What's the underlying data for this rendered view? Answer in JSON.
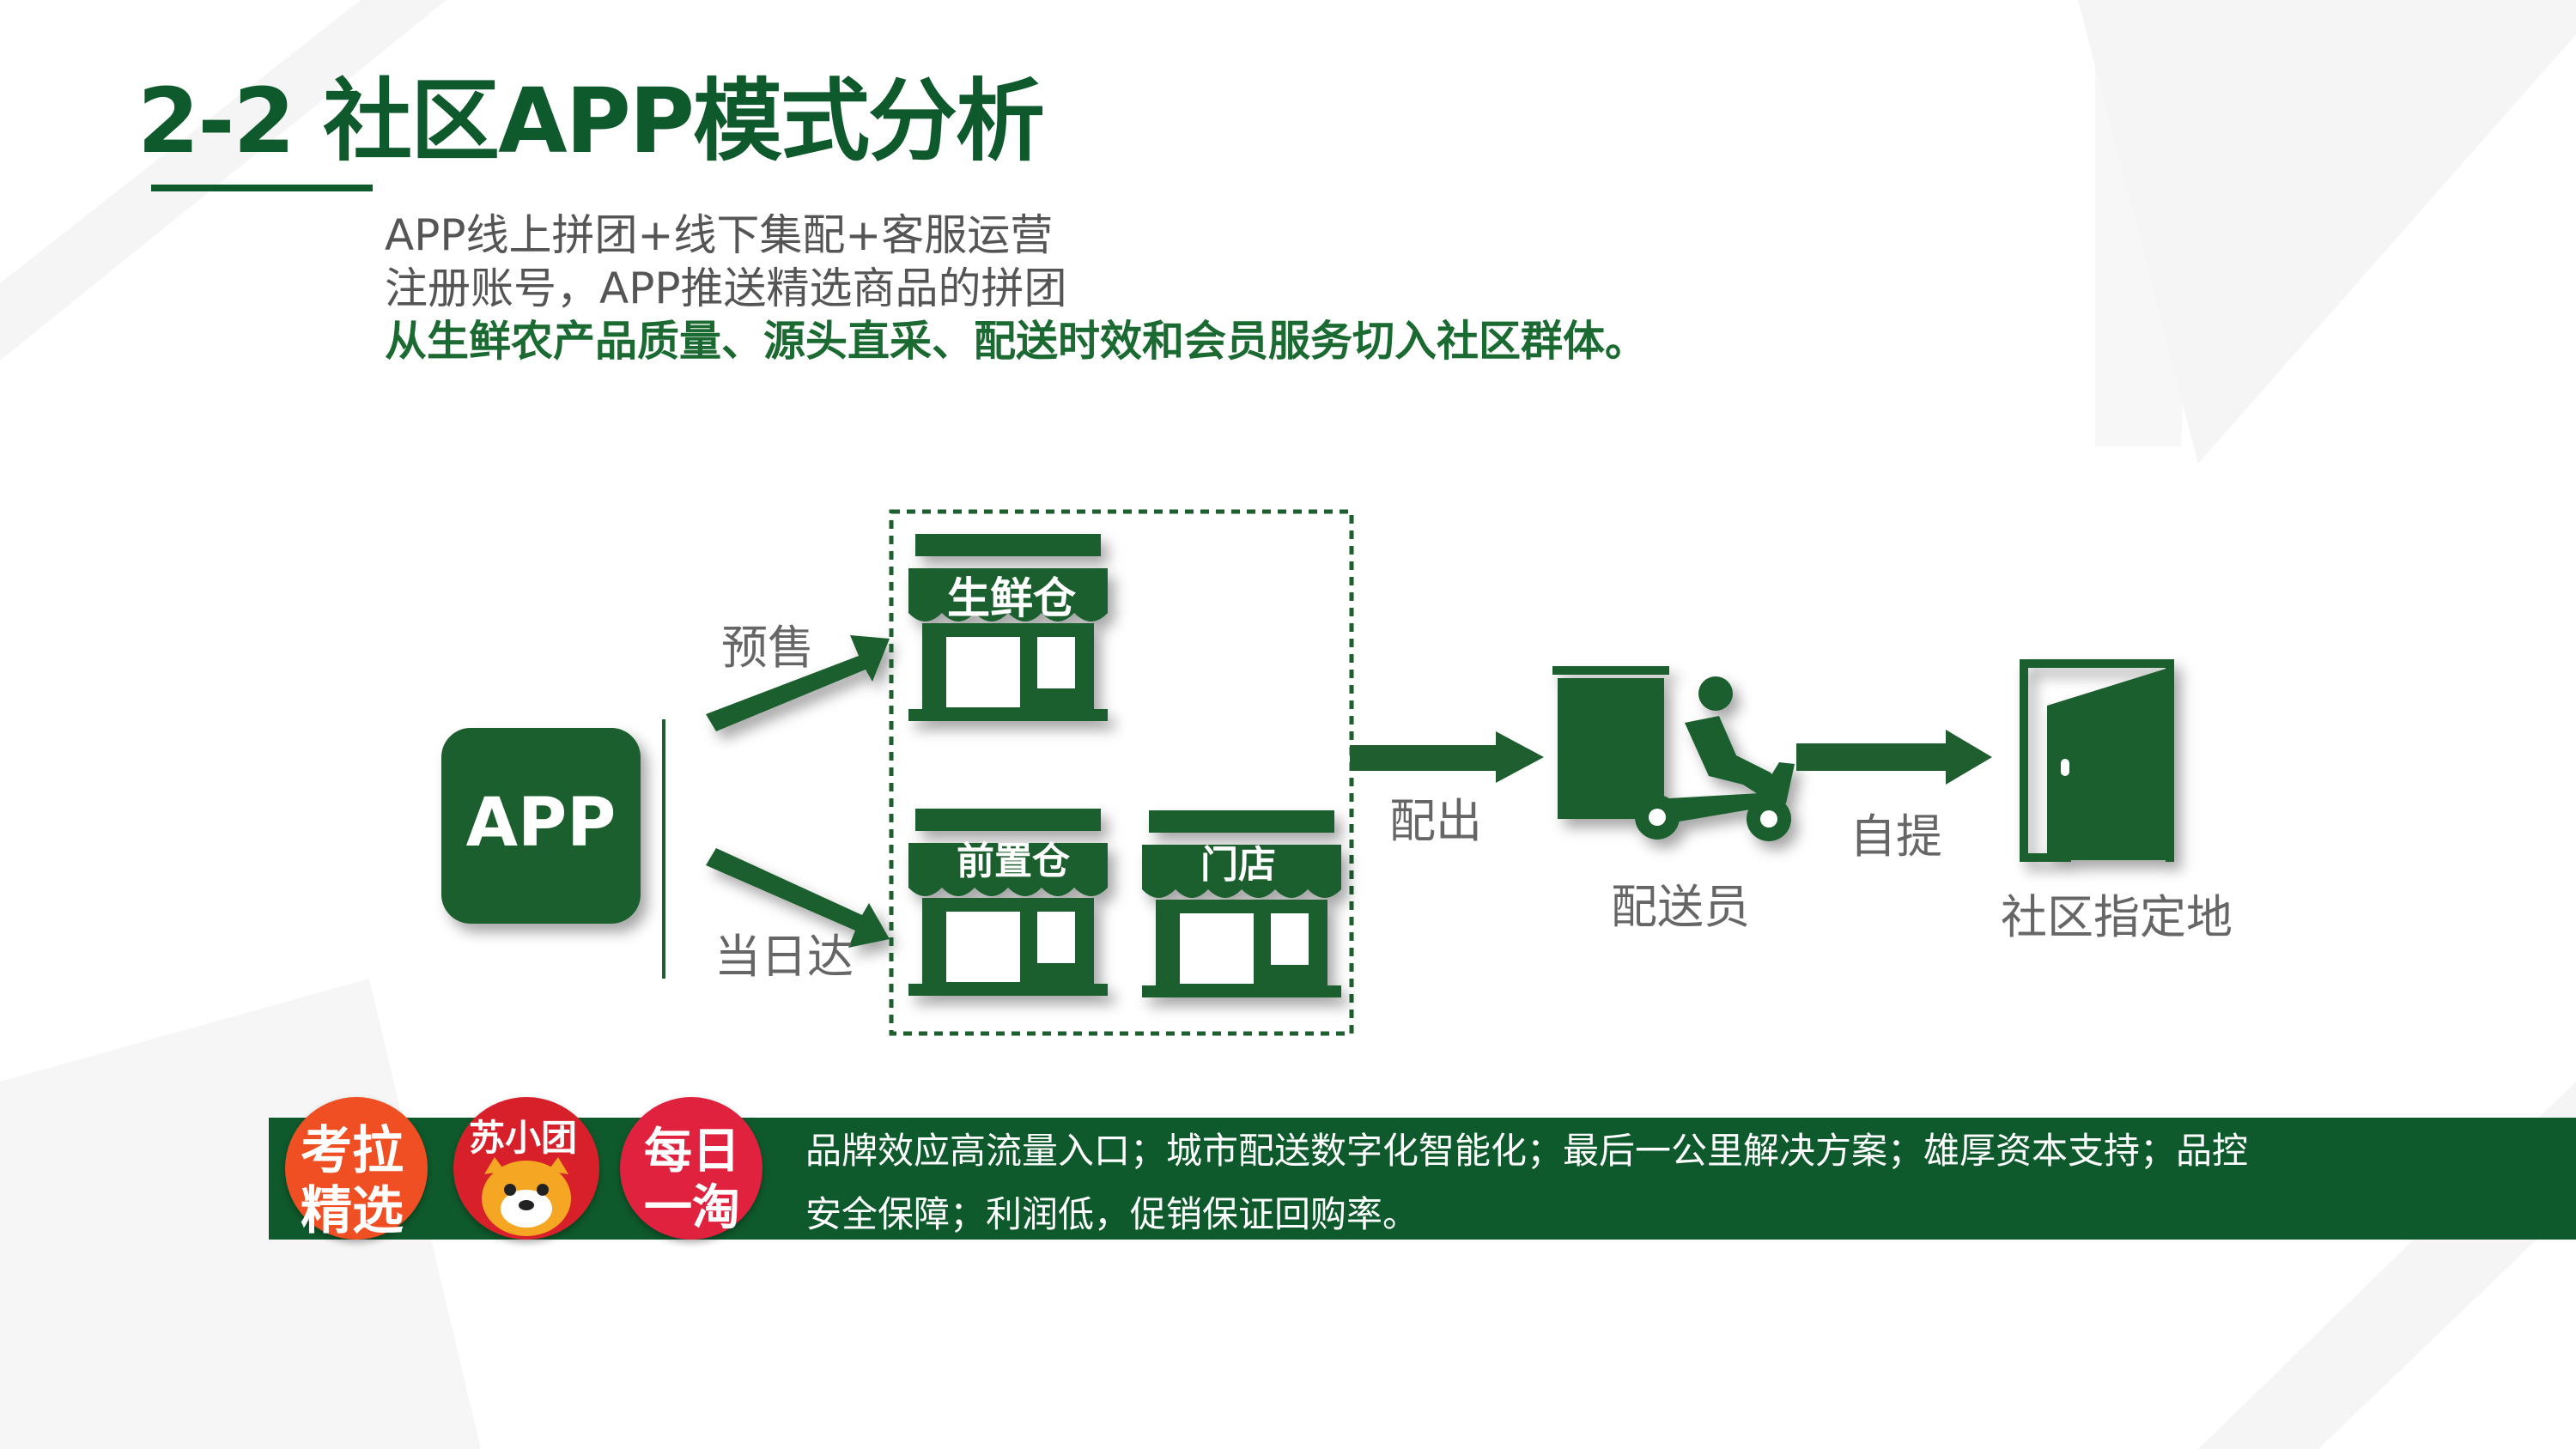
{
  "slide": {
    "title": "2-2 社区APP模式分析",
    "intro_lines": [
      "APP线上拼团+线下集配+客服运营",
      "注册账号，APP推送精选商品的拼团",
      "从生鲜农产品质量、源头直采、配送时效和会员服务切入社区群体。"
    ]
  },
  "diagram": {
    "app_label": "APP",
    "presale_label": "预售",
    "sameday_label": "当日达",
    "stores": {
      "fresh_warehouse": "生鲜仓",
      "front_warehouse": "前置仓",
      "shop": "门店"
    },
    "dispatch_label": "配出",
    "courier_label": "配送员",
    "pickup_label": "自提",
    "destination_label": "社区指定地"
  },
  "banner": {
    "logos": [
      {
        "line1": "考拉",
        "line2": "精选",
        "color": "#f04e23"
      },
      {
        "line1": "苏小团",
        "line2": "",
        "color": "#d8202a"
      },
      {
        "line1": "每日",
        "line2": "一淘",
        "color": "#e0223f"
      }
    ],
    "text": "品牌效应高流量入口；城市配送数字化智能化；最后一公里解决方案；雄厚资本支持；品控安全保障；利润低，促销保证回购率。"
  },
  "colors": {
    "brand_green": "#0f5a2c",
    "text_gray": "#666666"
  }
}
